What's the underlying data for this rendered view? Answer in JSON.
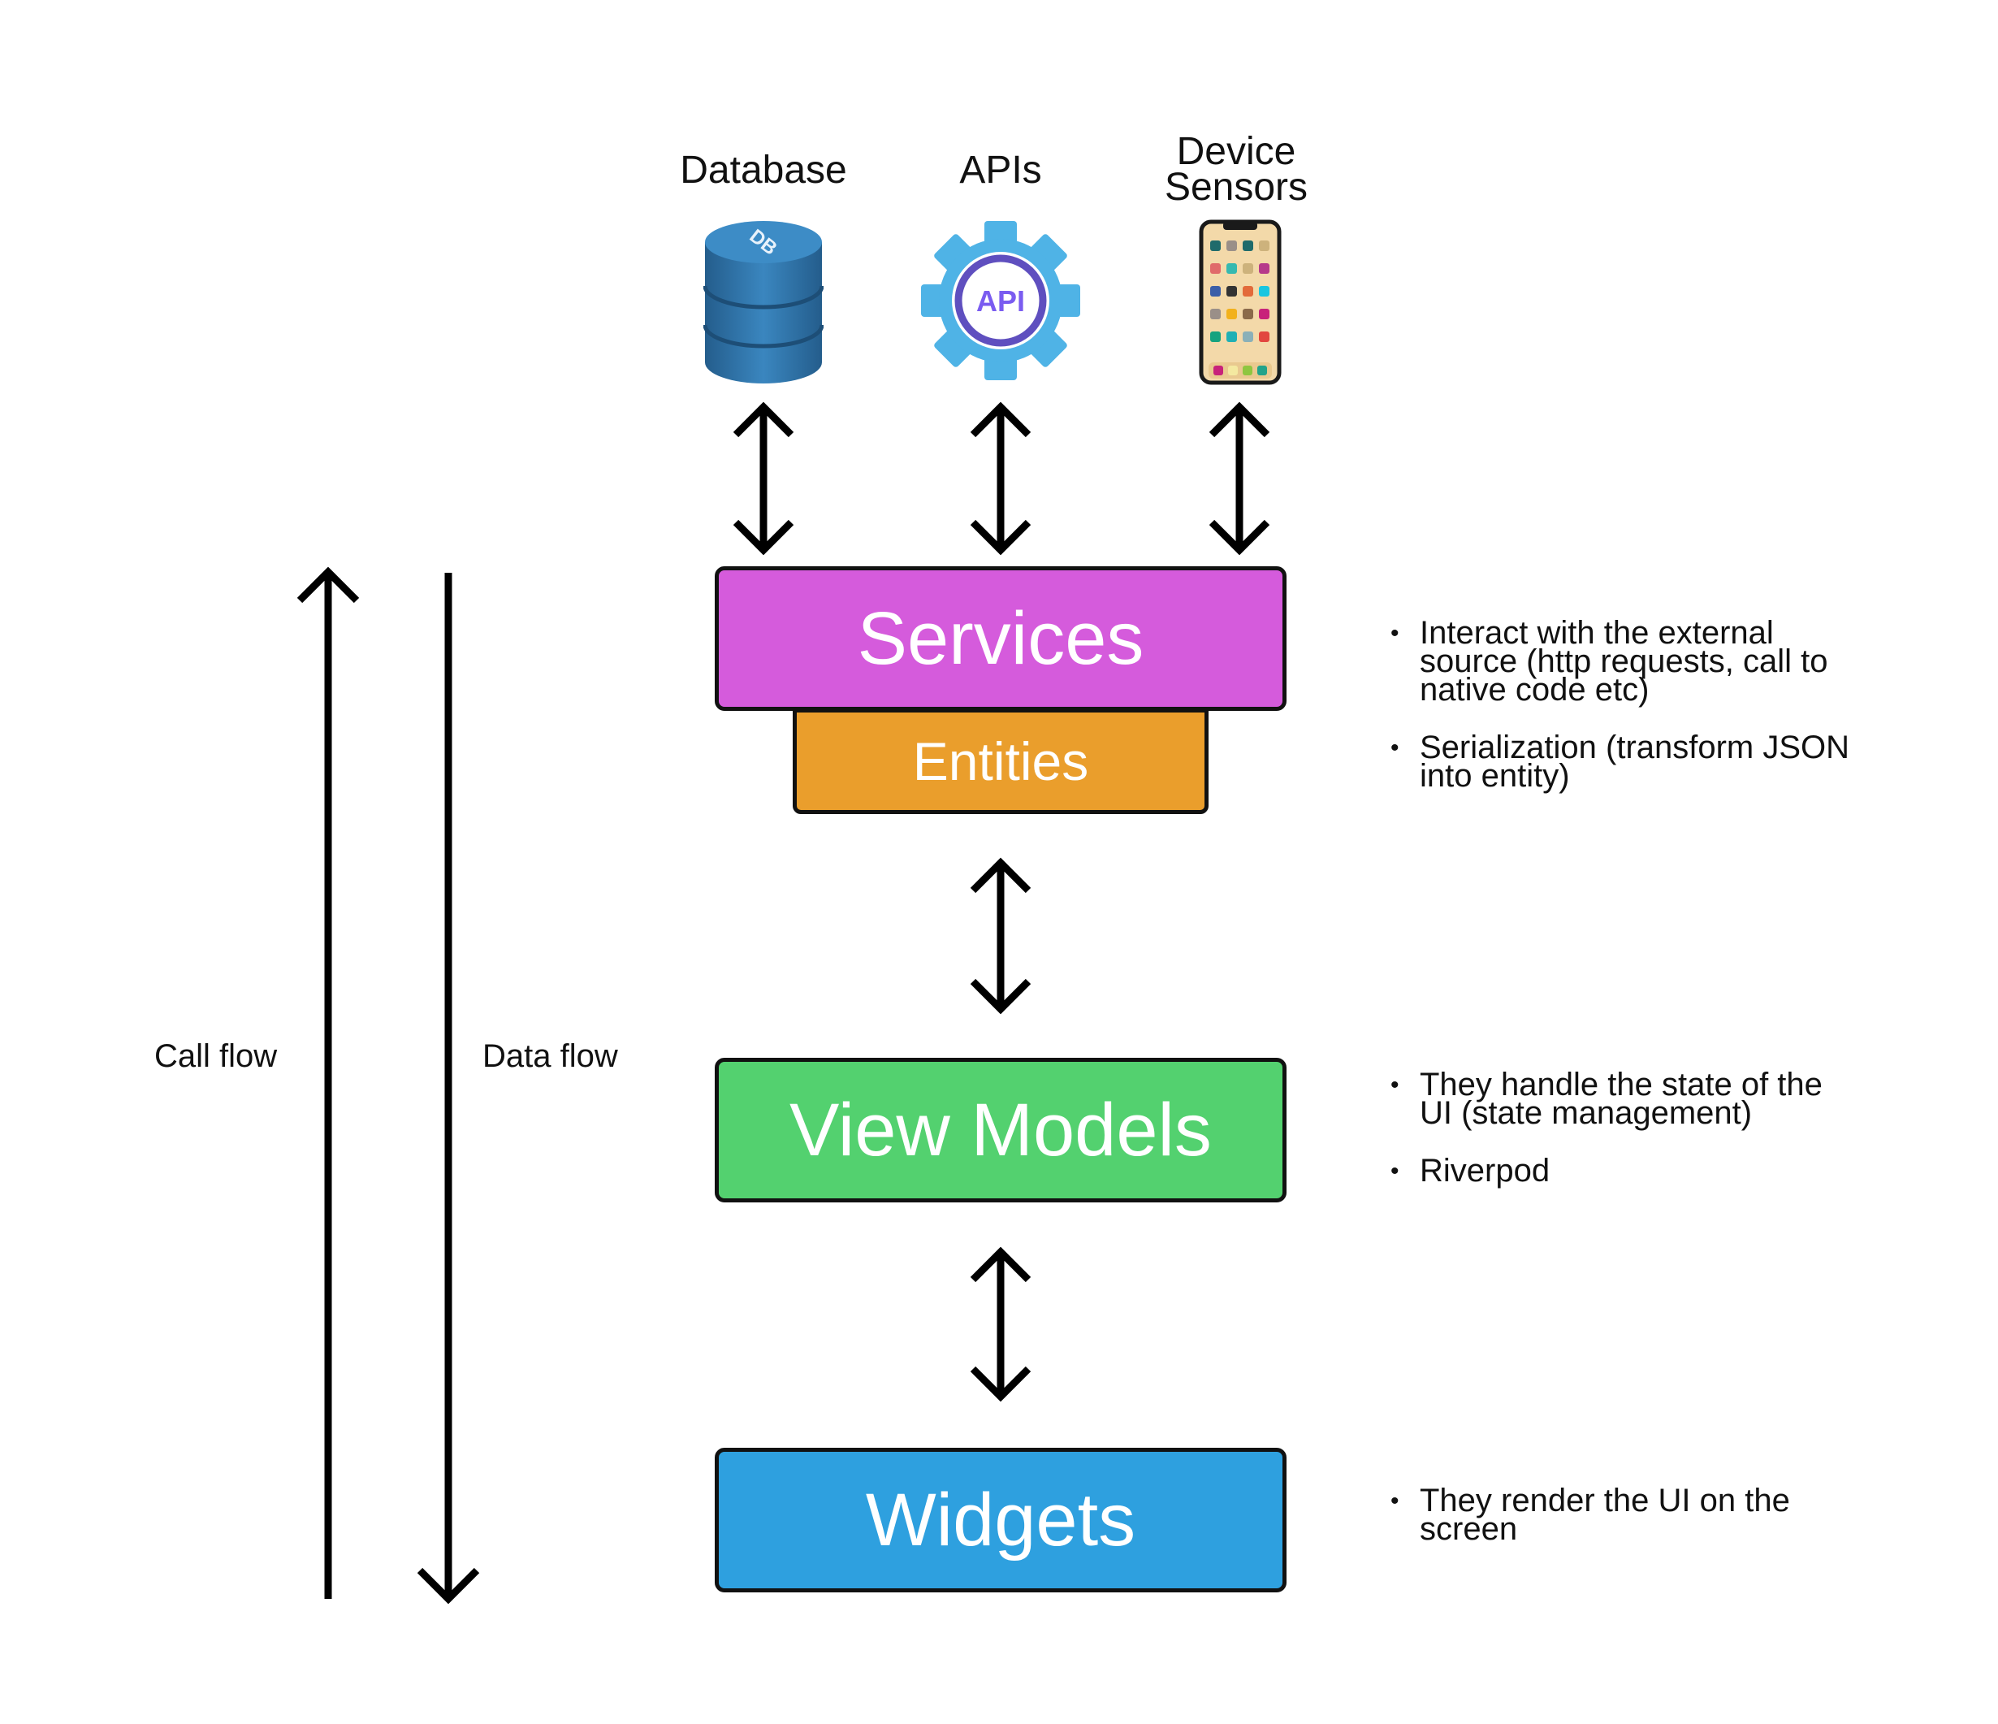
{
  "sources": [
    {
      "label": "Database",
      "icon": "database-icon",
      "badge": "DB"
    },
    {
      "label": "APIs",
      "icon": "api-gear-icon",
      "badge": "API"
    },
    {
      "label": "Device\nSensors",
      "icon": "smartphone-icon"
    }
  ],
  "layers": {
    "services": {
      "label": "Services",
      "color": "#d55bdc"
    },
    "entities": {
      "label": "Entities",
      "color": "#ea9e2c"
    },
    "view_models": {
      "label": "View Models",
      "color": "#53d16f"
    },
    "widgets": {
      "label": "Widgets",
      "color": "#2ea0df"
    }
  },
  "flows": {
    "call_flow": "Call flow",
    "data_flow": "Data flow"
  },
  "notes": {
    "services": [
      "Interact with the external source (http requests, call to native code etc)",
      "Serialization (transform JSON into entity)"
    ],
    "view_models": [
      "They handle the state of the UI (state management)",
      "Riverpod"
    ],
    "widgets": [
      "They render the UI on the screen"
    ]
  },
  "colors": {
    "db_blue": "#2f6e9f",
    "api_gear": "#4fb3e6",
    "api_ring": "#5f4fbf",
    "phone_body": "#f3d9a9"
  }
}
